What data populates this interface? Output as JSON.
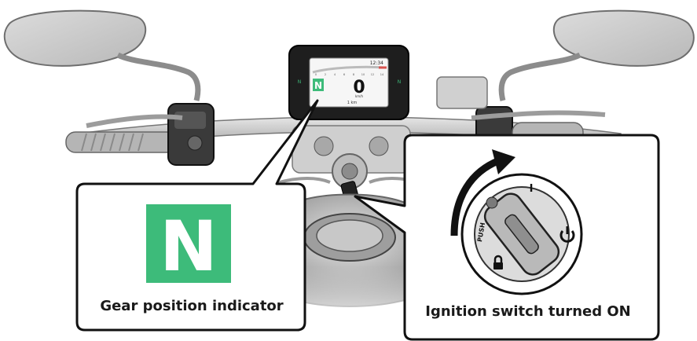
{
  "callouts": {
    "gear": {
      "label": "Gear position indicator",
      "indicator_letter": "N",
      "indicator_color": "#3dbb7a"
    },
    "ignition": {
      "label": "Ignition switch turned ON",
      "marks": {
        "on": "I",
        "push": "PUSH",
        "power_icon": "power-icon",
        "lock_icon": "lock-icon"
      }
    }
  },
  "dashboard": {
    "clock": "12:34",
    "speed": "0",
    "speed_unit": "km/h",
    "gear": "N",
    "tach_scale": [
      "0",
      "2",
      "4",
      "6",
      "8",
      "10",
      "12",
      "14"
    ],
    "odometer": "1 km",
    "left_indicator": "N",
    "right_indicator": "N"
  }
}
